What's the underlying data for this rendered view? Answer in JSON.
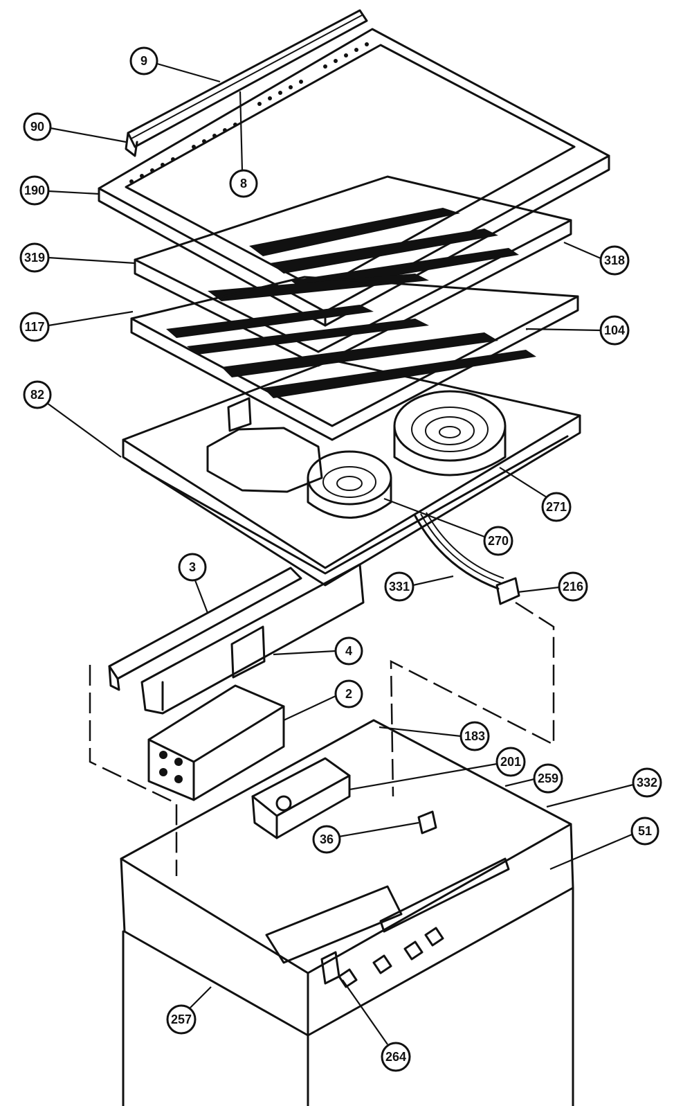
{
  "callouts": [
    {
      "id": "c9",
      "label": "9"
    },
    {
      "id": "c90",
      "label": "90"
    },
    {
      "id": "c8",
      "label": "8"
    },
    {
      "id": "c190",
      "label": "190"
    },
    {
      "id": "c319",
      "label": "319"
    },
    {
      "id": "c318",
      "label": "318"
    },
    {
      "id": "c117",
      "label": "117"
    },
    {
      "id": "c104",
      "label": "104"
    },
    {
      "id": "c82",
      "label": "82"
    },
    {
      "id": "c271",
      "label": "271"
    },
    {
      "id": "c270",
      "label": "270"
    },
    {
      "id": "c3",
      "label": "3"
    },
    {
      "id": "c331",
      "label": "331"
    },
    {
      "id": "c216",
      "label": "216"
    },
    {
      "id": "c4",
      "label": "4"
    },
    {
      "id": "c2",
      "label": "2"
    },
    {
      "id": "c183",
      "label": "183"
    },
    {
      "id": "c201",
      "label": "201"
    },
    {
      "id": "c259",
      "label": "259"
    },
    {
      "id": "c332",
      "label": "332"
    },
    {
      "id": "c36",
      "label": "36"
    },
    {
      "id": "c51",
      "label": "51"
    },
    {
      "id": "c257",
      "label": "257"
    },
    {
      "id": "c264",
      "label": "264"
    }
  ]
}
